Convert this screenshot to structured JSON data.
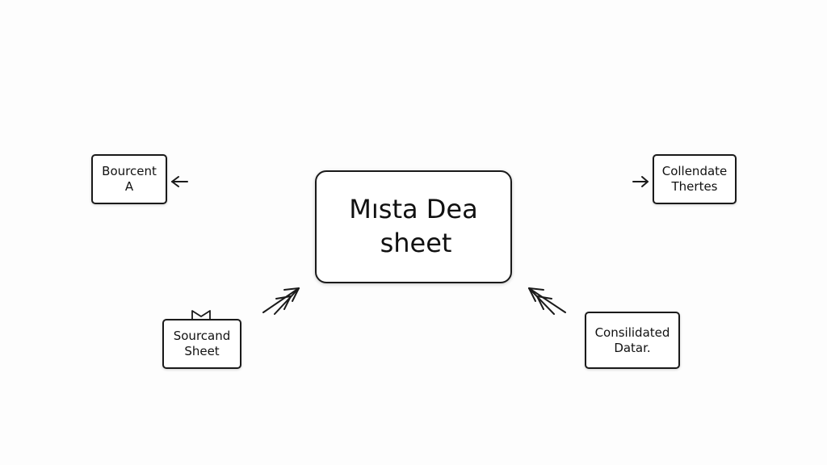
{
  "diagram": {
    "center": {
      "lines": [
        "Mısta Dea",
        "sheet"
      ]
    },
    "nodes": {
      "top_left": {
        "lines": [
          "Bourcent",
          "A"
        ]
      },
      "bottom_left": {
        "lines": [
          "Sourcand",
          "Sheet"
        ]
      },
      "top_right": {
        "lines": [
          "Collendate",
          "Thertes"
        ]
      },
      "bottom_right": {
        "lines": [
          "Consilidated",
          "Datar."
        ]
      }
    }
  },
  "colors": {
    "stroke": "#1a1a1a",
    "background": "#fdfdfd"
  }
}
